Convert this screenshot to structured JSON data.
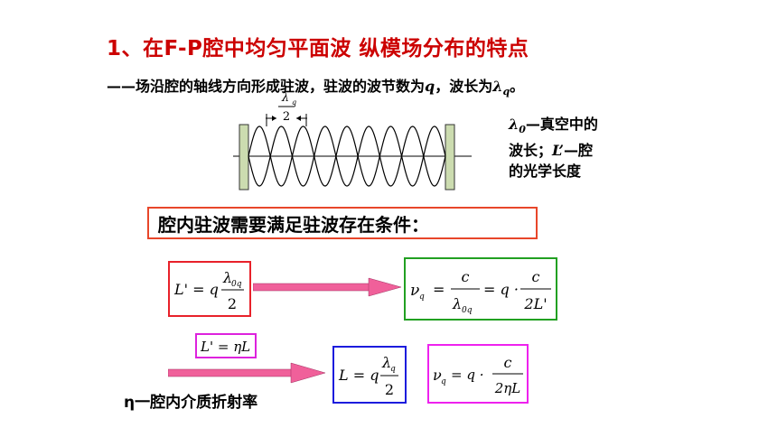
{
  "slide": {
    "title": "1、在F-P腔中均匀平面波 纵模场分布的特点",
    "subtitle_parts": [
      "——场沿腔的轴线方向形成驻波，驻波的波节数为",
      "q",
      "，波长为",
      "λ",
      "q",
      "。"
    ],
    "note_parts": [
      "λ",
      "0",
      "—真空中的",
      "波长；",
      "L’",
      "—腔",
      "的光学长度"
    ],
    "condition_text": "腔内驻波需要满足驻波存在条件：",
    "eta_note": "η一腔内介质折射率"
  },
  "diagram": {
    "wavelength_label": {
      "symbol": "λ",
      "sub": "q",
      "den": "2"
    }
  },
  "equations": {
    "eq1": {
      "lhs": "L' = q",
      "num_sym": "λ",
      "num_sub": "0q",
      "den": "2"
    },
    "eq2": {
      "lhs_sym": "ν",
      "lhs_sub": "q",
      "eq": "=",
      "num1": "c",
      "den1_sym": "λ",
      "den1_sub": "0q",
      "mid": "= q ·",
      "num2": "c",
      "den2": "2L'"
    },
    "eq3": {
      "text": "L' = ηL"
    },
    "eq4": {
      "lhs": "L = q",
      "num_sym": "λ",
      "num_sub": "q",
      "den": "2"
    },
    "eq5": {
      "lhs_sym": "ν",
      "lhs_sub": "q",
      "mid": "= q ·",
      "num": "c",
      "den": "2ηL"
    }
  },
  "colors": {
    "title": "#cc0000",
    "condition_border": "#e8462a",
    "eq1_border": "#e8212a",
    "eq2_border": "#22a022",
    "eq3_border": "#dd22dd",
    "eq4_border": "#1c1cdd",
    "eq5_border": "#ee22ee",
    "arrow": "#f0609a"
  }
}
